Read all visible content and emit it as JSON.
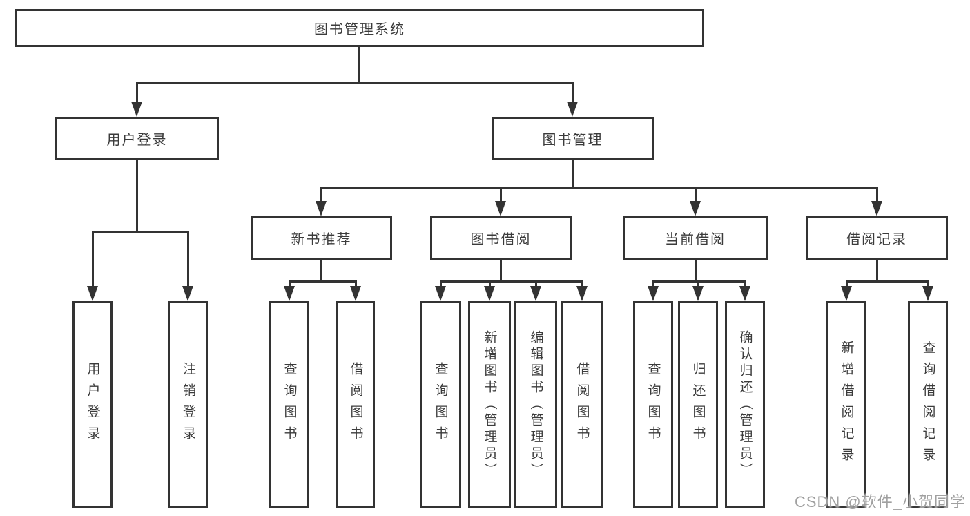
{
  "tree": {
    "label": "图书管理系统",
    "children": [
      {
        "label": "用户登录",
        "children": [
          {
            "label": "用户登录"
          },
          {
            "label": "注销登录"
          }
        ]
      },
      {
        "label": "图书管理",
        "children": [
          {
            "label": "新书推荐",
            "children": [
              {
                "label": "查询图书"
              },
              {
                "label": "借阅图书"
              }
            ]
          },
          {
            "label": "图书借阅",
            "children": [
              {
                "label": "查询图书"
              },
              {
                "label": "新增图书（管理员）"
              },
              {
                "label": "编辑图书（管理员）"
              },
              {
                "label": "借阅图书"
              }
            ]
          },
          {
            "label": "当前借阅",
            "children": [
              {
                "label": "查询图书"
              },
              {
                "label": "归还图书"
              },
              {
                "label": "确认归还（管理员）"
              }
            ]
          },
          {
            "label": "借阅记录",
            "children": [
              {
                "label": "新增借阅记录"
              },
              {
                "label": "查询借阅记录"
              }
            ]
          }
        ]
      }
    ]
  },
  "watermark": "CSDN @软件_小贺同学",
  "colors": {
    "line": "#333333",
    "box_background": "#ffffff",
    "text": "#3b3b3b",
    "watermark": "#969696"
  }
}
